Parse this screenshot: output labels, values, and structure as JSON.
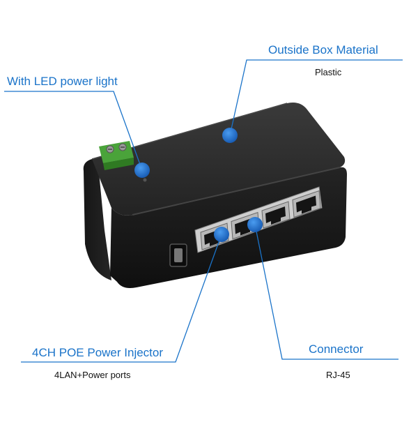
{
  "callouts": {
    "outside_box": {
      "title": "Outside Box Material",
      "value": "Plastic"
    },
    "led": {
      "title": "With LED power light"
    },
    "injector": {
      "title": "4CH POE Power Injector",
      "value": "4LAN+Power ports"
    },
    "connector": {
      "title": "Connector",
      "value": "RJ-45"
    }
  },
  "colors": {
    "accent": "#1a73c9",
    "device_body": "#1e1e1e",
    "terminal_block": "#3f8f2a",
    "marker": "#1b6fc8"
  },
  "port_count": 4
}
